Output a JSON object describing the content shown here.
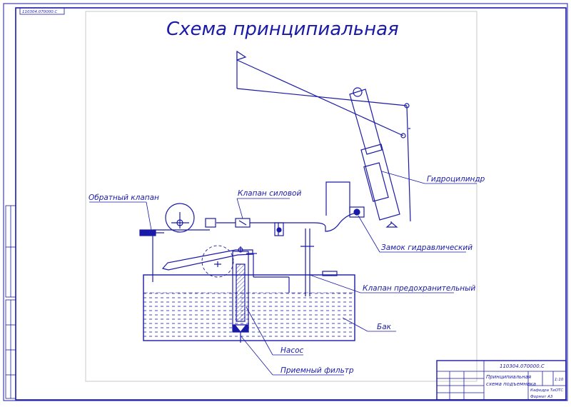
{
  "drawing": {
    "title": "Схема принципиальная",
    "top_stamp": "110304.070000.С",
    "side_stamps": [
      "",
      "",
      ""
    ]
  },
  "labels": {
    "check_valve": "Обратный клапан",
    "power_valve": "Клапан силовой",
    "hydro_cylinder": "Гидроцилиндр",
    "hydraulic_lock": "Замок гидравлический",
    "relief_valve": "Клапан предохранительный",
    "tank": "Бак",
    "pump": "Насос",
    "intake_filter": "Приемный фильтр"
  },
  "title_block": {
    "doc_code": "110304.070000.С",
    "name_line1": "Принципиальная",
    "name_line2": "схема подъемника",
    "sheet_info": "1:10",
    "org": "Кафедра ТиОТС",
    "format": "Формат А3"
  },
  "colors": {
    "line": "#1a1aa8",
    "water": "#1a1aa8"
  }
}
